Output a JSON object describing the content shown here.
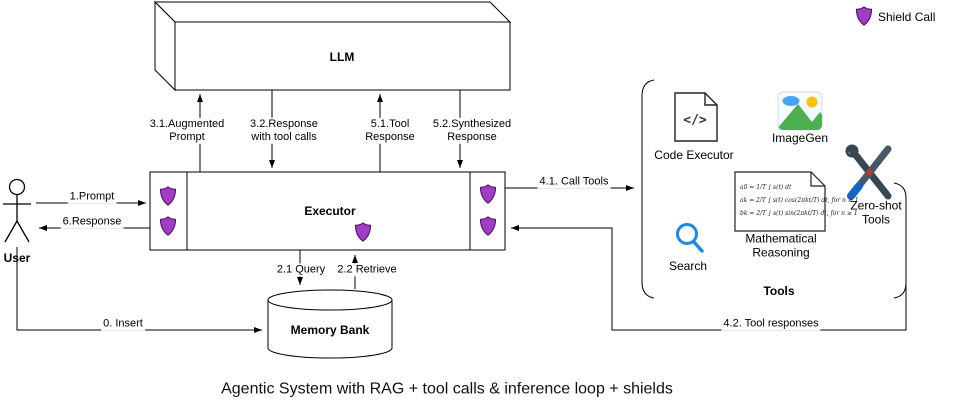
{
  "title": "Agentic System with RAG + tool calls & inference loop + shields",
  "legend": {
    "shield_label": "Shield Call"
  },
  "nodes": {
    "llm": {
      "label": "LLM"
    },
    "executor": {
      "label": "Executor"
    },
    "memory_bank": {
      "label": "Memory Bank"
    },
    "user": {
      "label": "User"
    }
  },
  "tools": {
    "group_label": "Tools",
    "code_executor": {
      "label": "Code Executor",
      "icon_glyph": "</>"
    },
    "imagegen": {
      "label": "ImageGen"
    },
    "search": {
      "label": "Search"
    },
    "math_reasoning": {
      "label": "Mathematical Reasoning",
      "formulas": [
        "a0 = 1/T ∫ s(t) dt",
        "ak = 2/T ∫ s(t) cos(2πkt/T) dt,  for n ≥ 1",
        "bk = 2/T ∫ s(t) sin(2πkt/T) dt,  for n ≥ 1"
      ]
    },
    "zero_shot": {
      "label": "Zero-shot Tools"
    }
  },
  "edges": {
    "prompt": "1.Prompt",
    "response": "6.Response",
    "insert": "0. Insert",
    "augmented_prompt": "3.1.Augmented Prompt",
    "response_with_tool_calls": "3.2.Response with tool calls",
    "tool_response": "5.1.Tool Response",
    "synthesized_response": "5.2.Synthesized Response",
    "query": "2.1 Query",
    "retrieve": "2.2 Retrieve",
    "call_tools": "4.1. Call Tools",
    "tool_responses": "4.2. Tool responses"
  },
  "colors": {
    "shield": "#a23bc6",
    "shield_border": "#4e1a63",
    "search_icon": "#1e88e5",
    "imagegen_green": "#4caf50",
    "imagegen_sun": "#ffc107",
    "imagegen_cloud": "#42a5f5",
    "line": "#000000"
  }
}
